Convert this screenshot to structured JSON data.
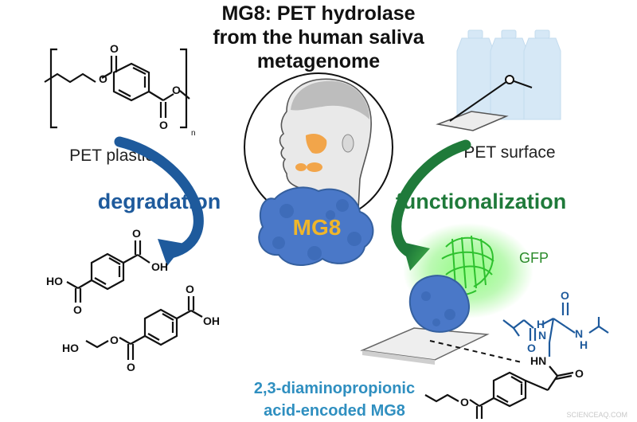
{
  "title": {
    "line1": "MG8: PET hydrolase",
    "line2": "from the human saliva",
    "line3": "metagenome"
  },
  "left": {
    "polymer_label": "PET plastic",
    "process": "degradation",
    "subscript_n": "n"
  },
  "right": {
    "surface_label": "PET surface",
    "process": "functionalization",
    "gfp_label": "GFP"
  },
  "center": {
    "enzyme": "MG8"
  },
  "bottom": {
    "line1": "2,3-diaminopropionic",
    "line2": "acid-encoded MG8"
  },
  "chem_labels": {
    "oh": "OH",
    "ho": "HO",
    "o": "O",
    "n": "N",
    "h": "H",
    "hn": "HN"
  },
  "watermark": "SCIENCEAQ.COM",
  "colors": {
    "blue": "#1e5a9c",
    "green": "#1f7a3a",
    "enzyme": "#4a78c8",
    "enzyme_text": "#f0b62a",
    "gfp": "#39d13a",
    "caption": "#2f8fc0",
    "skin": "#e7e7e7",
    "gland": "#f2a54a"
  }
}
